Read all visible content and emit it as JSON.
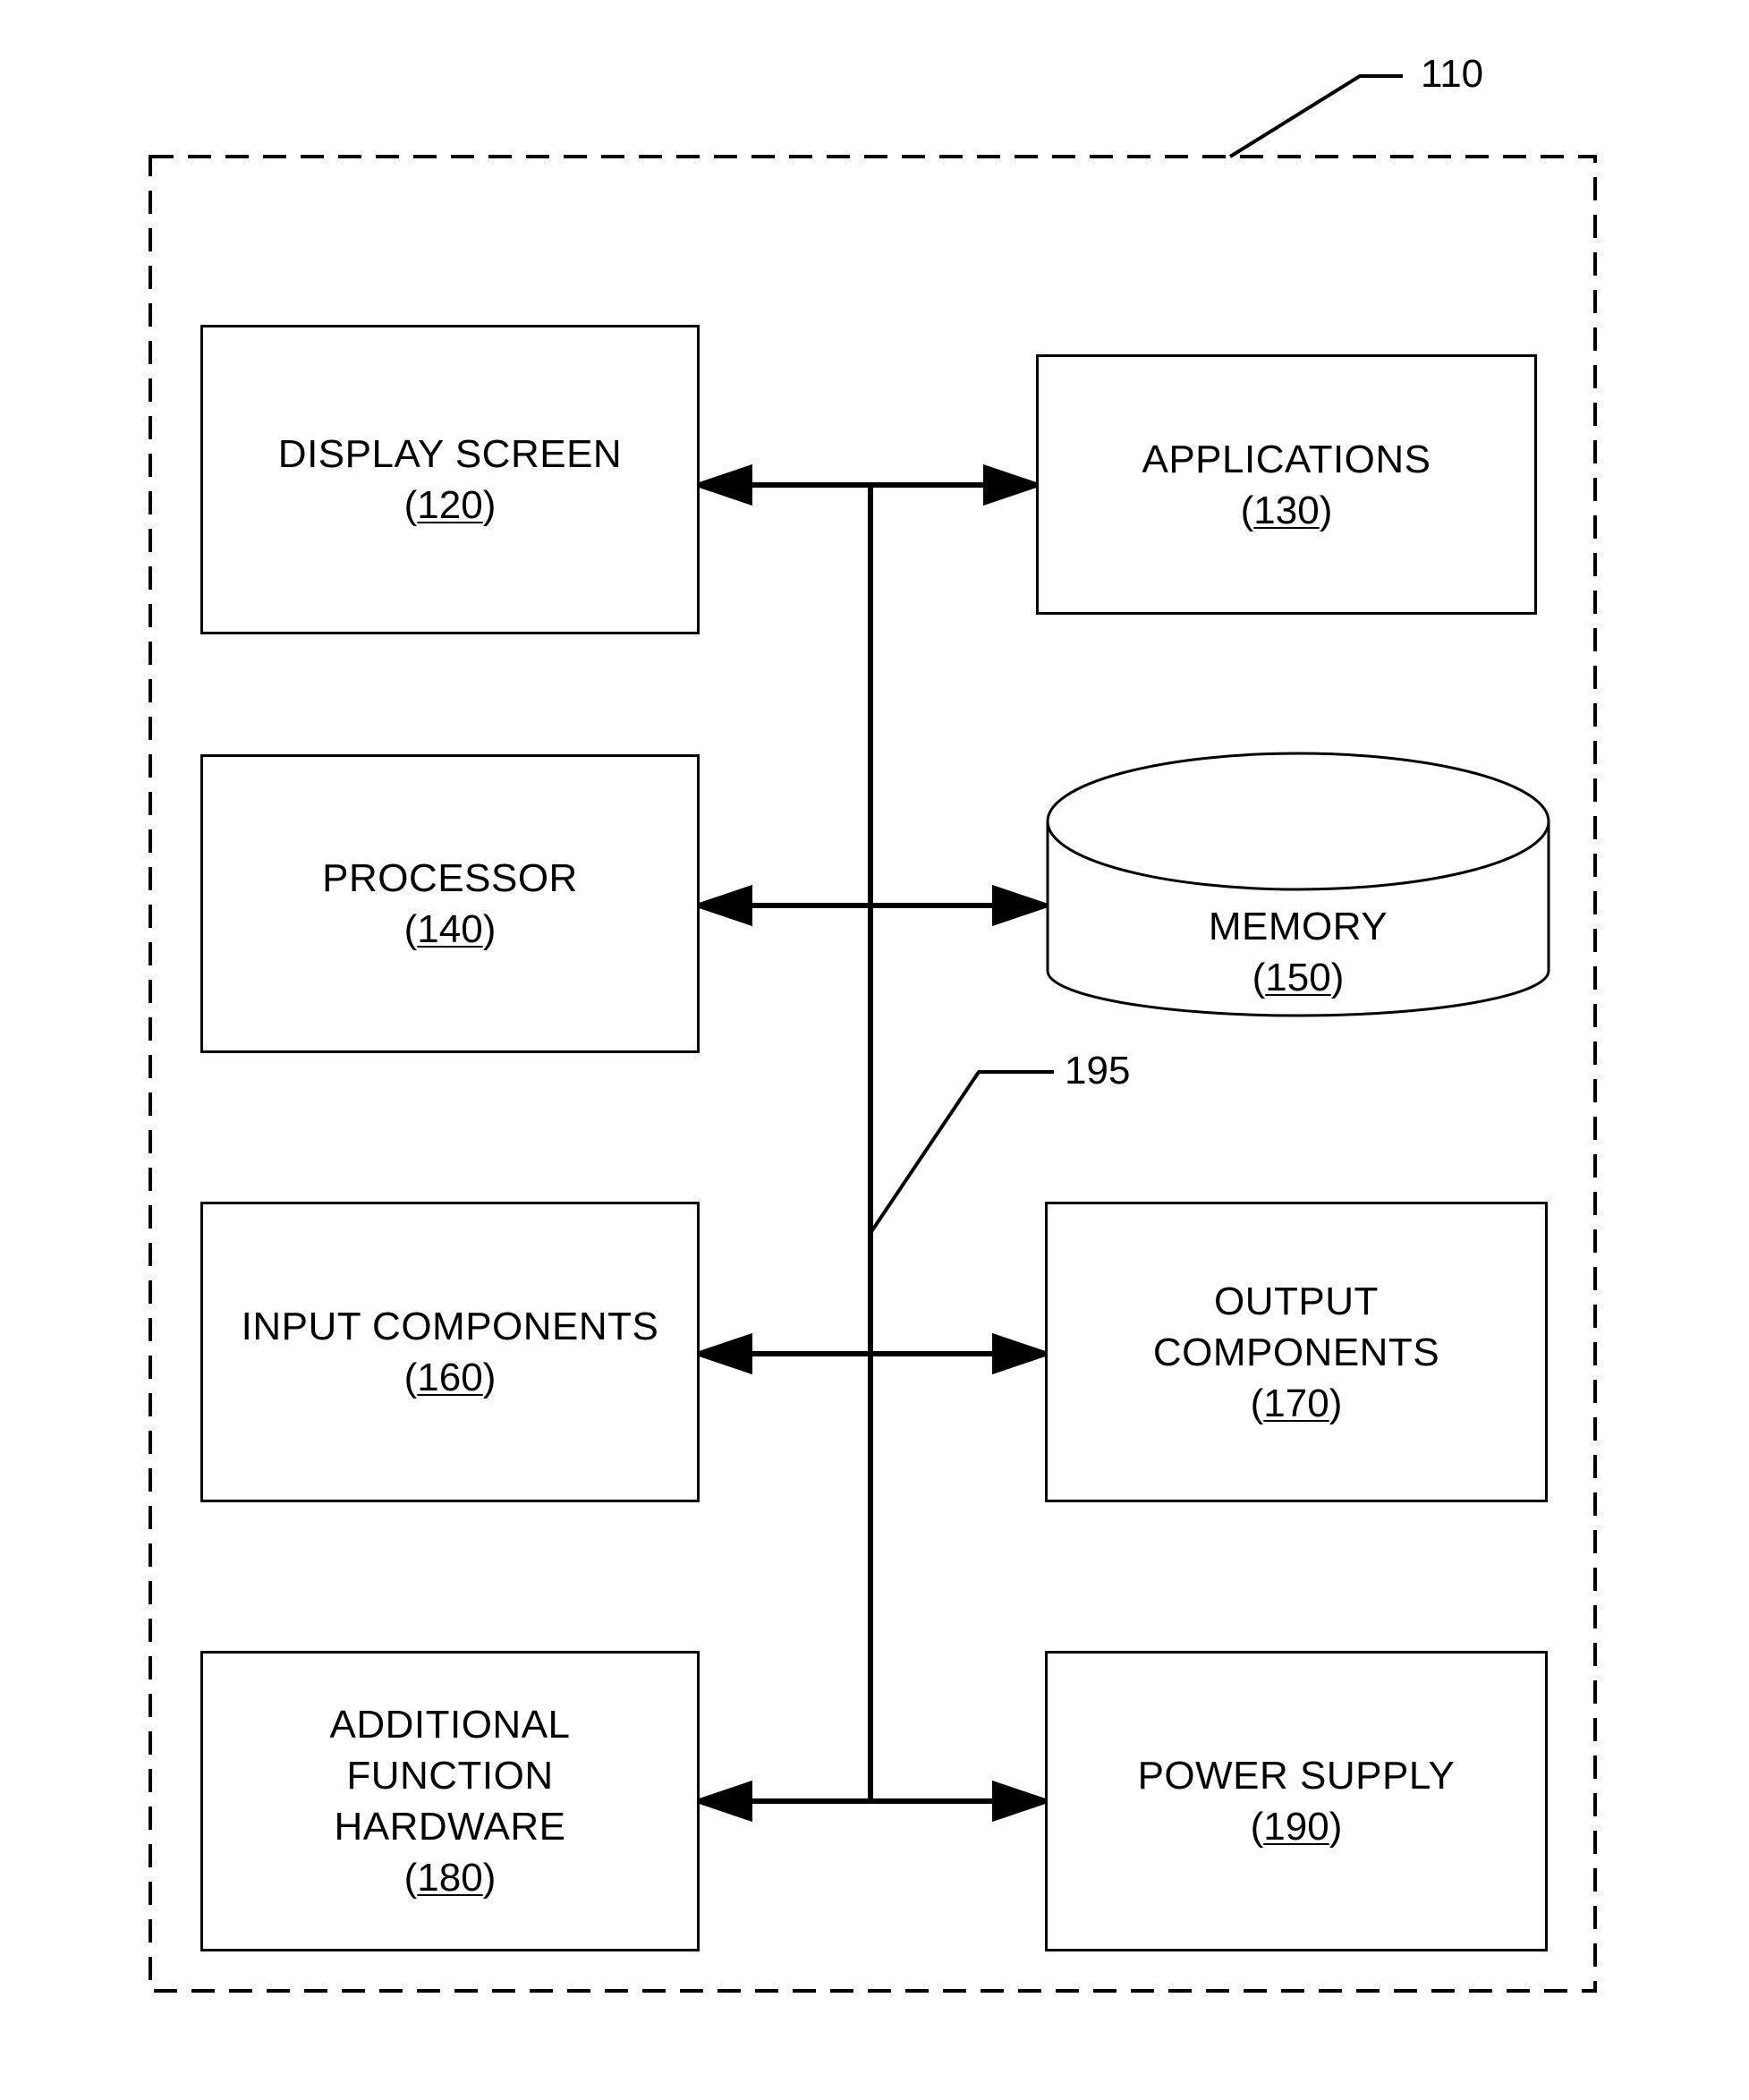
{
  "device": {
    "ref": "110"
  },
  "bus": {
    "ref": "195"
  },
  "components": {
    "display_screen": {
      "lines": [
        "DISPLAY SCREEN"
      ],
      "ref": "120"
    },
    "applications": {
      "lines": [
        "APPLICATIONS"
      ],
      "ref": "130"
    },
    "processor": {
      "lines": [
        "PROCESSOR"
      ],
      "ref": "140"
    },
    "memory": {
      "lines": [
        "MEMORY"
      ],
      "ref": "150"
    },
    "input_components": {
      "lines": [
        "INPUT COMPONENTS"
      ],
      "ref": "160"
    },
    "output_components": {
      "lines": [
        "OUTPUT",
        "COMPONENTS"
      ],
      "ref": "170"
    },
    "additional_function_hardware": {
      "lines": [
        "ADDITIONAL",
        "FUNCTION",
        "HARDWARE"
      ],
      "ref": "180"
    },
    "power_supply": {
      "lines": [
        "POWER SUPPLY"
      ],
      "ref": "190"
    }
  },
  "colors": {
    "stroke": "#000000",
    "background": "#ffffff"
  }
}
